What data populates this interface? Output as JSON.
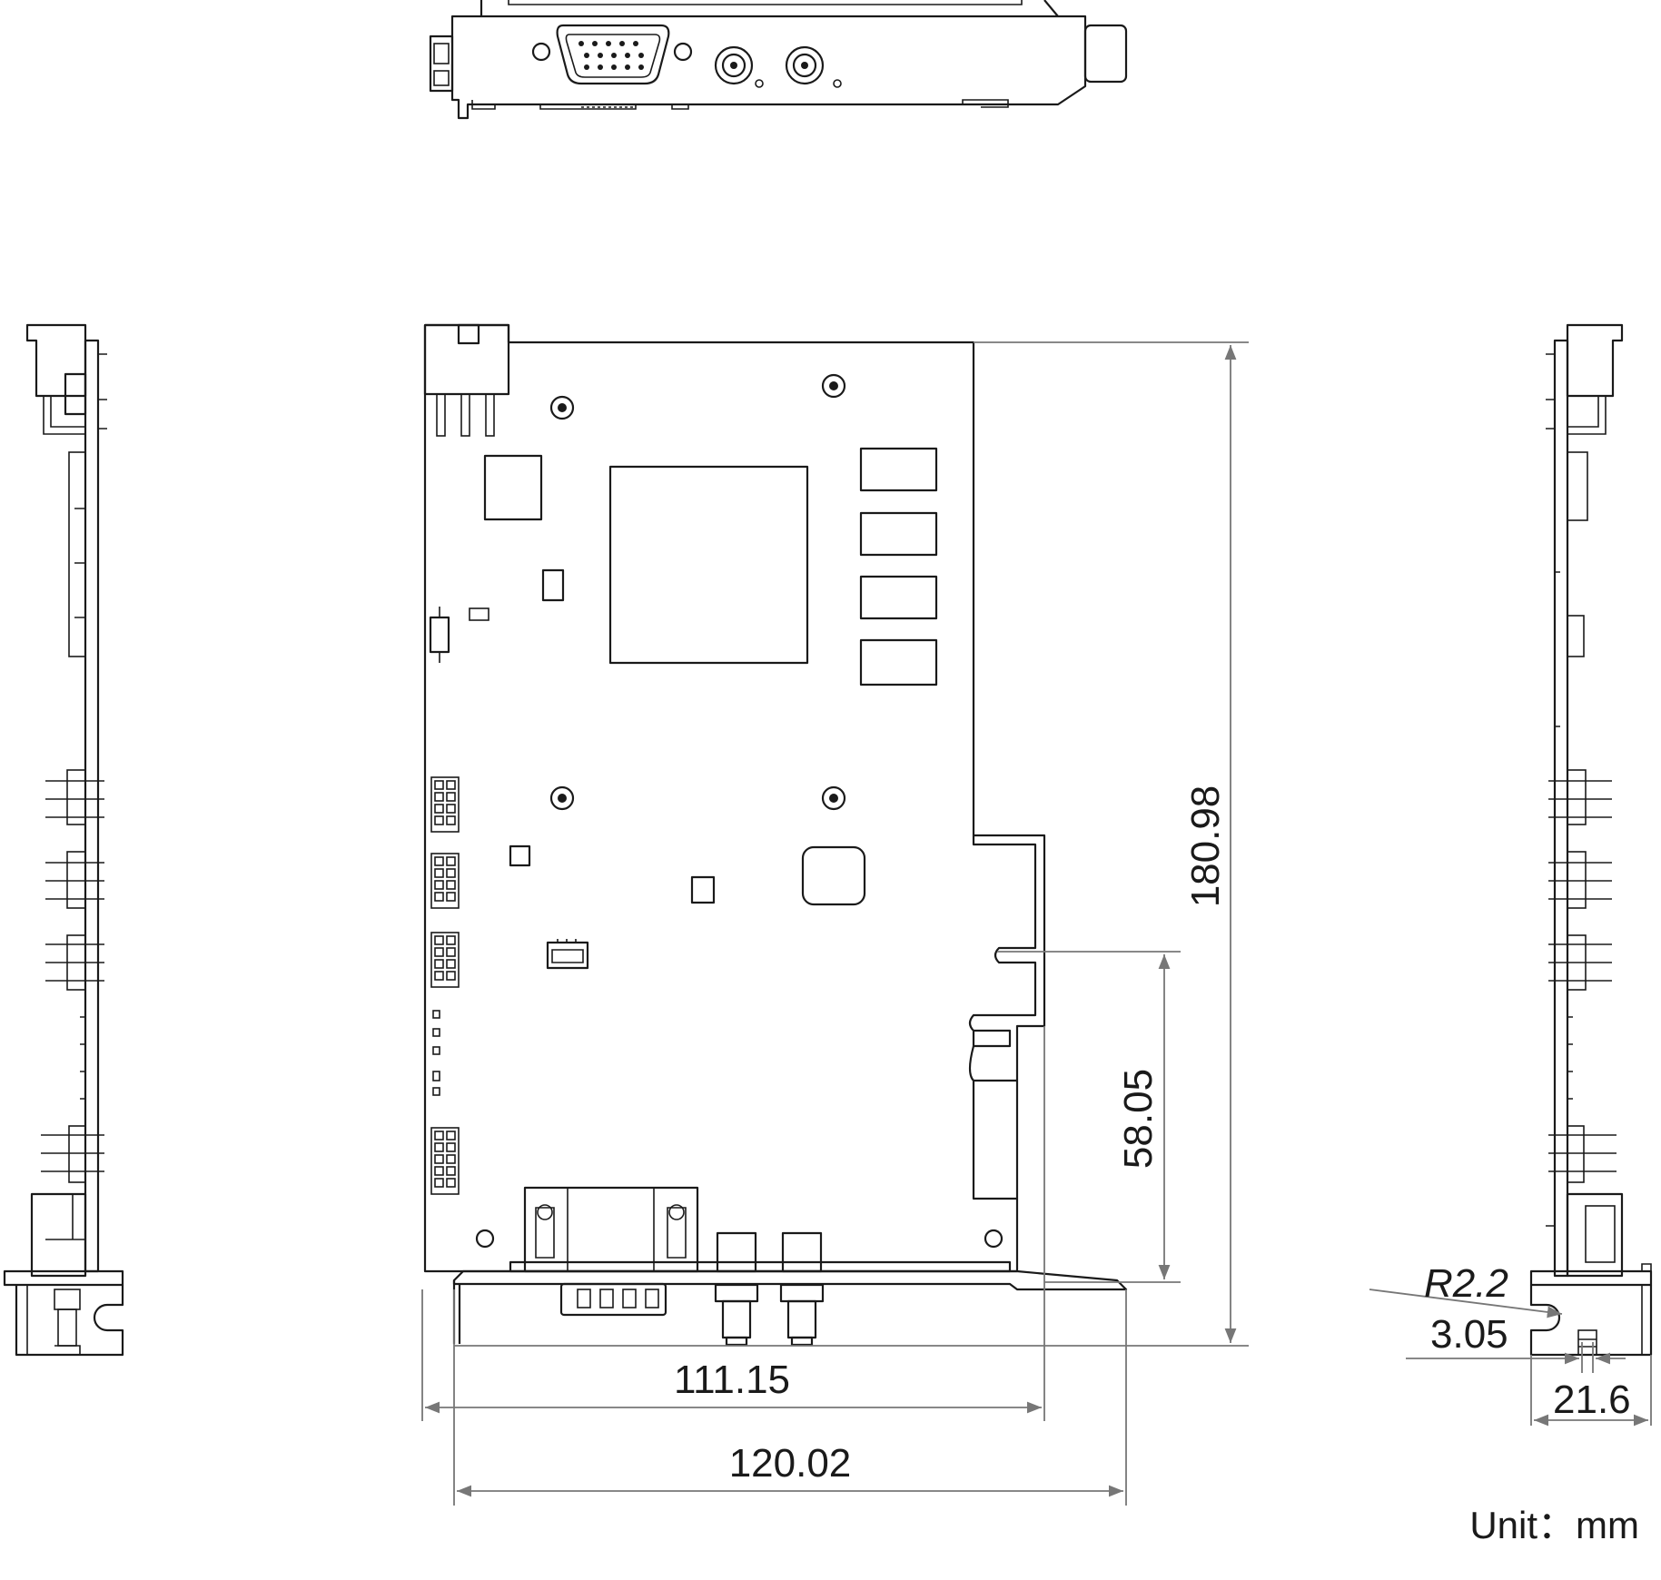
{
  "dimensions": {
    "height_total": "180.98",
    "slot_offset": "58.05",
    "pcb_width": "111.15",
    "bracket_width": "120.02",
    "notch_radius": "R2.2",
    "notch_depth": "3.05",
    "bracket_depth": "21.6"
  },
  "unit_label": "Unit：mm",
  "colors": {
    "line": "#1a1a1a",
    "dimension_line": "#777777",
    "background": "#ffffff"
  }
}
